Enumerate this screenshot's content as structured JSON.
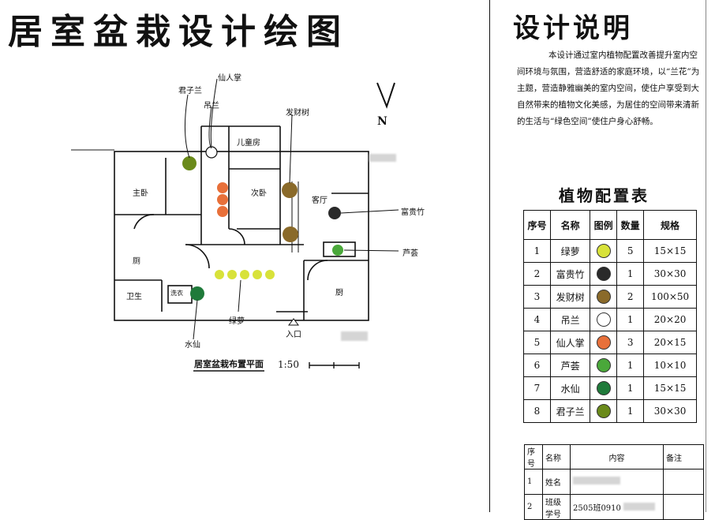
{
  "title": "居室盆栽设计绘图",
  "design_title": "设计说明",
  "design_desc": "本设计通过室内植物配置改善提升室内空间环境与氛围，营造舒适的家庭环境，以“兰花”为主题，营造静雅幽美的室内空间，使住户享受到大自然带来的植物文化美感，为居住的空间带来清新的生活与“绿色空间”使住户身心舒畅。",
  "plant_table": {
    "title": "植物配置表",
    "headers": [
      "序号",
      "名称",
      "图例",
      "数量",
      "规格"
    ],
    "rows": [
      {
        "no": "1",
        "name": "绿萝",
        "color": "#d8e23a",
        "qty": "5",
        "spec": "15×15"
      },
      {
        "no": "2",
        "name": "富贵竹",
        "color": "#2a2a2a",
        "qty": "1",
        "spec": "30×30"
      },
      {
        "no": "3",
        "name": "发财树",
        "color": "#8a6a2a",
        "qty": "2",
        "spec": "100×50"
      },
      {
        "no": "4",
        "name": "吊兰",
        "color": "#ffffff",
        "qty": "1",
        "spec": "20×20"
      },
      {
        "no": "5",
        "name": "仙人掌",
        "color": "#e8703a",
        "qty": "3",
        "spec": "20×15"
      },
      {
        "no": "6",
        "name": "芦荟",
        "color": "#4aa83a",
        "qty": "1",
        "spec": "10×10"
      },
      {
        "no": "7",
        "name": "水仙",
        "color": "#1f7a3a",
        "qty": "1",
        "spec": "15×15"
      },
      {
        "no": "8",
        "name": "君子兰",
        "color": "#6a8a1a",
        "qty": "1",
        "spec": "30×30"
      }
    ]
  },
  "info_table": {
    "headers": [
      "序号",
      "名称",
      "内容",
      "备注"
    ],
    "rows": [
      {
        "no": "1",
        "name": "姓名",
        "content": ""
      },
      {
        "no": "2",
        "name": "班级学号",
        "content": "2505班0910"
      }
    ]
  },
  "plan": {
    "caption": "居室盆栽布置平面",
    "scale": "1:50",
    "north": "N",
    "rooms": {
      "child": "儿童房",
      "master": "主卧",
      "second": "次卧",
      "bath1": "厕",
      "bath2": "卫生",
      "living": "客厅",
      "kitchen": "厨",
      "entrance": "入口",
      "laundry": "洗衣"
    },
    "plant_labels": {
      "clivia": "君子兰",
      "cactus": "仙人掌",
      "spider": "吊兰",
      "money": "发财树",
      "bamboo": "富贵竹",
      "aloe": "芦荟",
      "pothos": "绿萝",
      "narcissus": "水仙"
    }
  },
  "colors": {
    "pothos": "#d8e23a",
    "bamboo": "#2a2a2a",
    "money": "#8a6a2a",
    "cactus": "#e8703a",
    "aloe": "#4aa83a",
    "narcissus": "#1f7a3a",
    "clivia": "#6a8a1a"
  }
}
